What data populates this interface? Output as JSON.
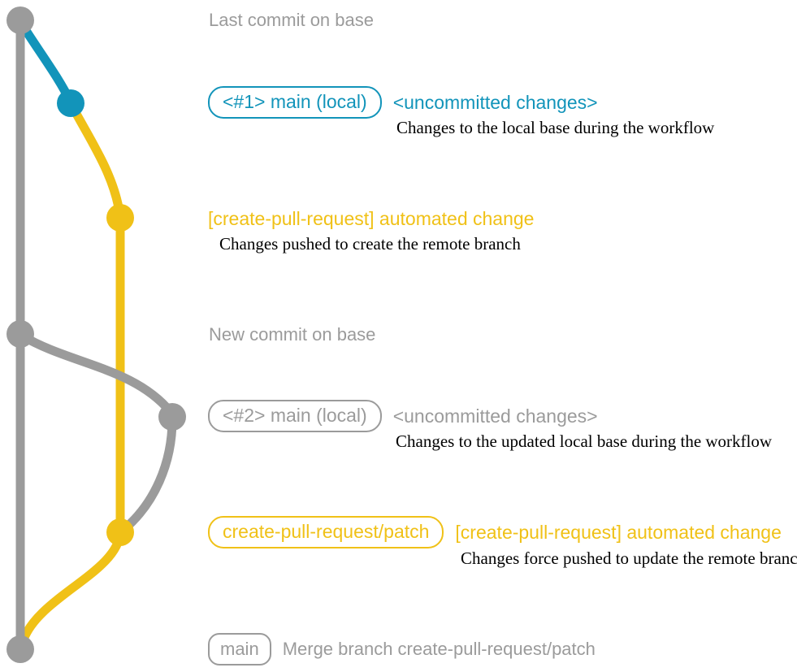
{
  "colors": {
    "gray": "#9b9b9b",
    "blue": "#1294ba",
    "yellow": "#f0c117",
    "ink": "#000000",
    "bg": "#ffffff"
  },
  "graph": {
    "base_branch_name": "base",
    "commit_dots": [
      "last-commit-on-base",
      "local-commit-1",
      "new-commit-on-base",
      "local-commit-2",
      "patch-commit",
      "merge-commit"
    ]
  },
  "annotations": {
    "last_commit_label": "Last commit on base",
    "row1": {
      "badge": "<#1> main (local)",
      "heading": "<uncommitted changes>",
      "description": "Changes to the local base during the workflow"
    },
    "row2": {
      "heading": "[create-pull-request] automated change",
      "description": "Changes pushed to create the remote branch"
    },
    "new_commit_label": "New commit on base",
    "row3": {
      "badge": "<#2> main (local)",
      "heading": "<uncommitted changes>",
      "description": "Changes to the updated local base during the workflow"
    },
    "row4": {
      "badge": "create-pull-request/patch",
      "heading": "[create-pull-request] automated change",
      "description": "Changes force pushed to update the remote branch"
    },
    "row5": {
      "badge": "main",
      "heading": "Merge branch create-pull-request/patch"
    }
  }
}
